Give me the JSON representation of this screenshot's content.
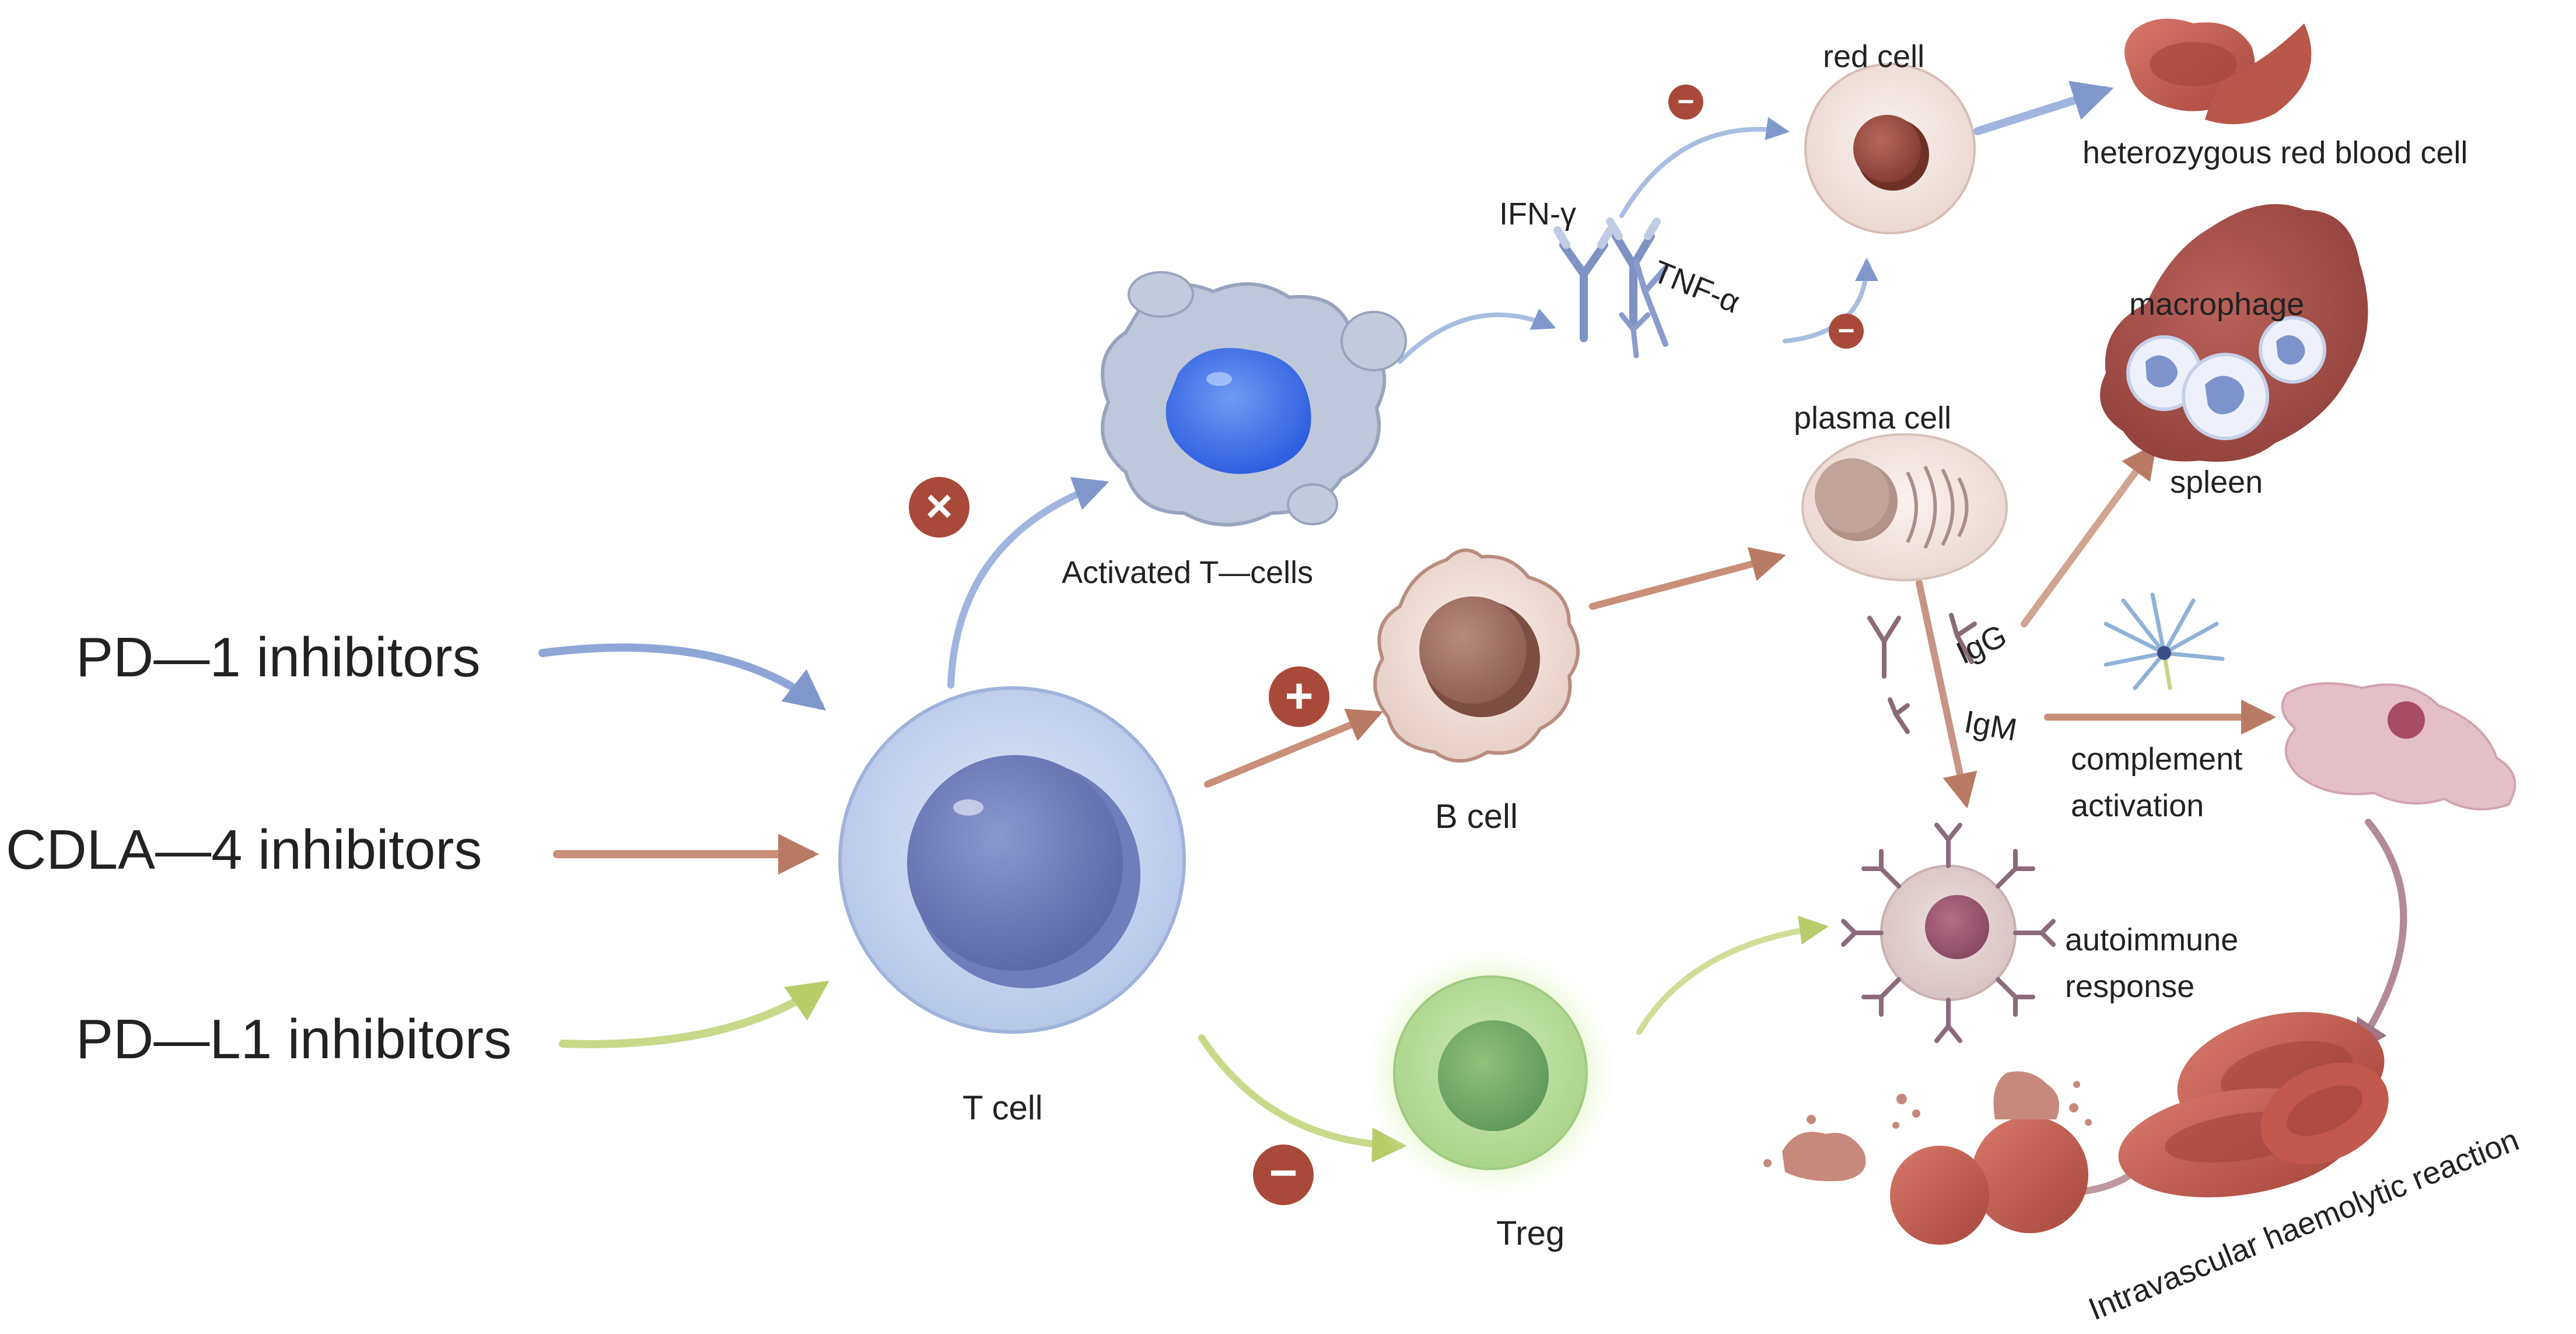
{
  "inhibitors": {
    "pd1": "PD—1  inhibitors",
    "cdla4": "CDLA—4  inhibitors",
    "pdl1": "PD—L1  inhibitors"
  },
  "cells": {
    "t_cell": "T  cell",
    "activated_t": "Activated  T—cells",
    "b_cell": "B  cell",
    "treg": "Treg",
    "plasma_cell": "plasma  cell",
    "red_cell": "red  cell",
    "hetero_rbc": "heterozygous  red  blood  cell",
    "macrophage": "macrophage",
    "spleen": "spleen"
  },
  "cytokines": {
    "ifn": "IFN-γ",
    "tnf": "TNF-α"
  },
  "antibodies": {
    "igg": "IgG",
    "igm": "IgM"
  },
  "processes": {
    "complement_1": "complement",
    "complement_2": "activation",
    "autoimmune_1": "autoimmune",
    "autoimmune_2": "response",
    "hemolysis": "Intravascular  haemolytic  reaction"
  },
  "signs": {
    "plus": "+",
    "minus": "−",
    "cross": "×"
  },
  "colors": {
    "blue_arrow": "#8ea6d6",
    "brown_arrow": "#c98f78",
    "green_arrow": "#c8d98a",
    "sign_badge": "#a8493a",
    "rbc": "#b9574a"
  }
}
